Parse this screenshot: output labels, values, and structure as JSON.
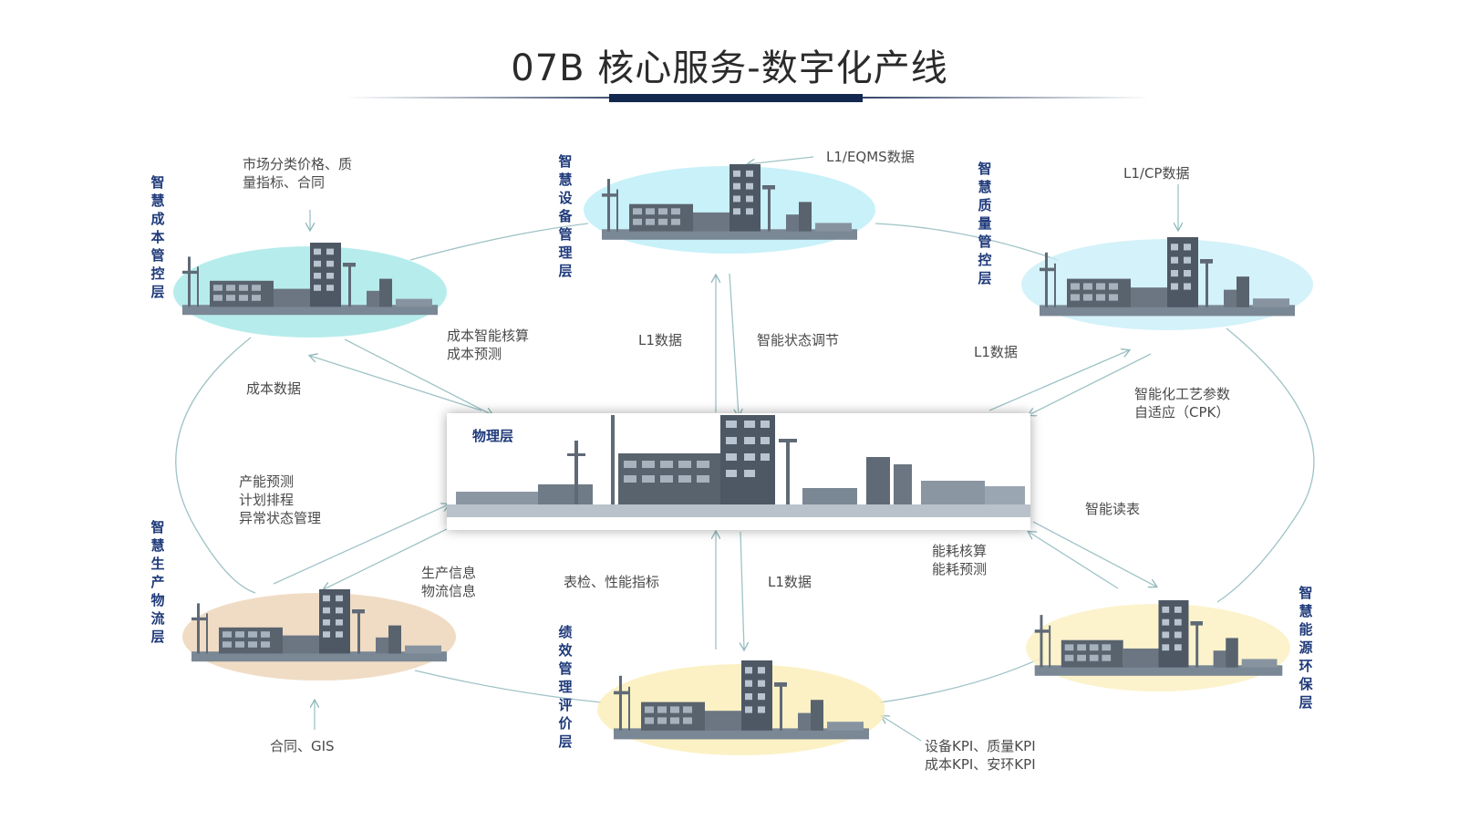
{
  "title": "07B 核心服务-数字化产线",
  "layers": {
    "cost": "智慧成本管控层",
    "equipment": "智慧设备管理层",
    "quality": "智慧质量管控层",
    "production": "智慧生产物流层",
    "performance": "绩效管理评价层",
    "energy": "智慧能源环保层",
    "physical": "物理层"
  },
  "labels": {
    "market_input": "市场分类价格、质\n量指标、合同",
    "eqms_data": "L1/EQMS数据",
    "cp_data": "L1/CP数据",
    "cost_calc": "成本智能核算\n成本预测",
    "cost_data": "成本数据",
    "l1_data_up": "L1数据",
    "state_adjust": "智能状态调节",
    "l1_data_quality": "L1数据",
    "process_param": "智能化工艺参数\n自适应（CPK）",
    "capacity": "产能预测\n计划排程\n异常状态管理",
    "production_info": "生产信息\n物流信息",
    "inspection": "表检、性能指标",
    "l1_data_down": "L1数据",
    "energy_calc": "能耗核算\n能耗预测",
    "smart_meter": "智能读表",
    "contract_gis": "合同、GIS",
    "kpi": "设备KPI、质量KPI\n成本KPI、安环KPI"
  },
  "colors": {
    "title_bar": "#13284f",
    "layer_label": "#1f3a7a",
    "connector": "#9fc3c6",
    "cost_glow": "#9fe6e6",
    "equipment_glow": "#b6ecf7",
    "quality_glow": "#c5eef7",
    "production_glow": "#ecd3b5",
    "performance_glow": "#fbeeb7",
    "energy_glow": "#fbf1c4"
  }
}
